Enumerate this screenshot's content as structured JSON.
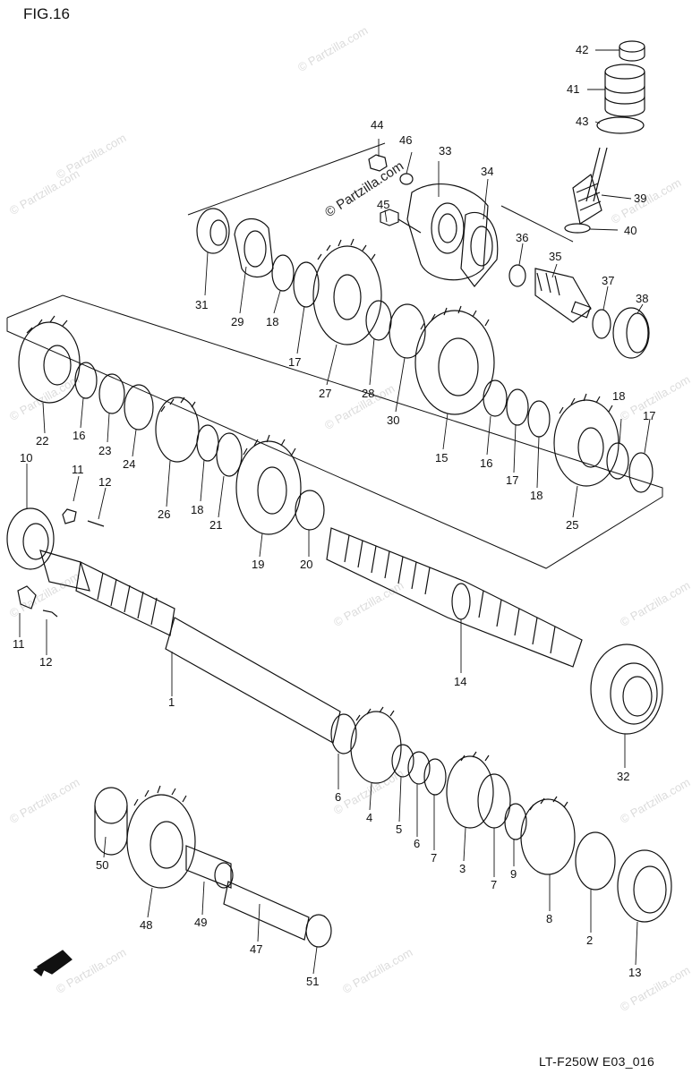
{
  "header": {
    "figure_label": "FIG.16"
  },
  "footer": {
    "drawing_code": "LT-F250W E03_016"
  },
  "watermark": {
    "brand": "© Partzilla.com"
  },
  "callouts": [
    {
      "id": "42"
    },
    {
      "id": "41"
    },
    {
      "id": "43"
    },
    {
      "id": "39"
    },
    {
      "id": "40"
    },
    {
      "id": "44"
    },
    {
      "id": "46"
    },
    {
      "id": "33"
    },
    {
      "id": "34"
    },
    {
      "id": "45"
    },
    {
      "id": "36"
    },
    {
      "id": "35"
    },
    {
      "id": "37"
    },
    {
      "id": "38"
    },
    {
      "id": "31"
    },
    {
      "id": "29"
    },
    {
      "id": "18"
    },
    {
      "id": "17"
    },
    {
      "id": "27"
    },
    {
      "id": "28"
    },
    {
      "id": "30"
    },
    {
      "id": "22"
    },
    {
      "id": "16"
    },
    {
      "id": "23"
    },
    {
      "id": "24"
    },
    {
      "id": "26"
    },
    {
      "id": "18"
    },
    {
      "id": "21"
    },
    {
      "id": "19"
    },
    {
      "id": "20"
    },
    {
      "id": "15"
    },
    {
      "id": "16"
    },
    {
      "id": "17"
    },
    {
      "id": "18"
    },
    {
      "id": "25"
    },
    {
      "id": "18"
    },
    {
      "id": "17"
    },
    {
      "id": "10"
    },
    {
      "id": "11"
    },
    {
      "id": "12"
    },
    {
      "id": "11"
    },
    {
      "id": "12"
    },
    {
      "id": "1"
    },
    {
      "id": "14"
    },
    {
      "id": "32"
    },
    {
      "id": "6"
    },
    {
      "id": "4"
    },
    {
      "id": "5"
    },
    {
      "id": "6"
    },
    {
      "id": "7"
    },
    {
      "id": "3"
    },
    {
      "id": "7"
    },
    {
      "id": "9"
    },
    {
      "id": "8"
    },
    {
      "id": "2"
    },
    {
      "id": "13"
    },
    {
      "id": "50"
    },
    {
      "id": "48"
    },
    {
      "id": "49"
    },
    {
      "id": "47"
    },
    {
      "id": "51"
    }
  ]
}
